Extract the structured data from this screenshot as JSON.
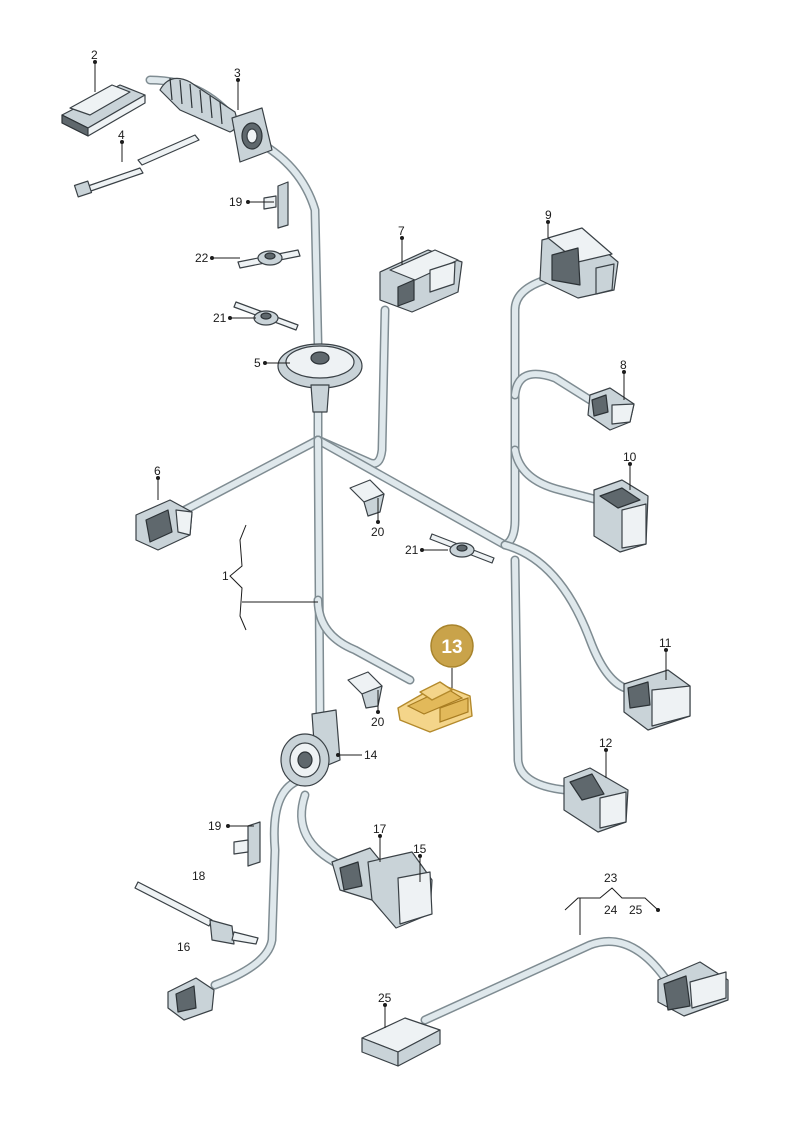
{
  "callouts": {
    "c1": "1",
    "c2": "2",
    "c3": "3",
    "c4": "4",
    "c5": "5",
    "c6": "6",
    "c7": "7",
    "c8": "8",
    "c9": "9",
    "c10": "10",
    "c11": "11",
    "c12": "12",
    "c14": "14",
    "c15": "15",
    "c16": "16",
    "c17": "17",
    "c18": "18",
    "c19a": "19",
    "c19b": "19",
    "c20a": "20",
    "c20b": "20",
    "c21a": "21",
    "c21b": "21",
    "c22": "22",
    "c23": "23",
    "c24": "24",
    "c25a": "25",
    "c25b": "25"
  },
  "highlight": {
    "label": "13",
    "color": "#c9a34a"
  }
}
